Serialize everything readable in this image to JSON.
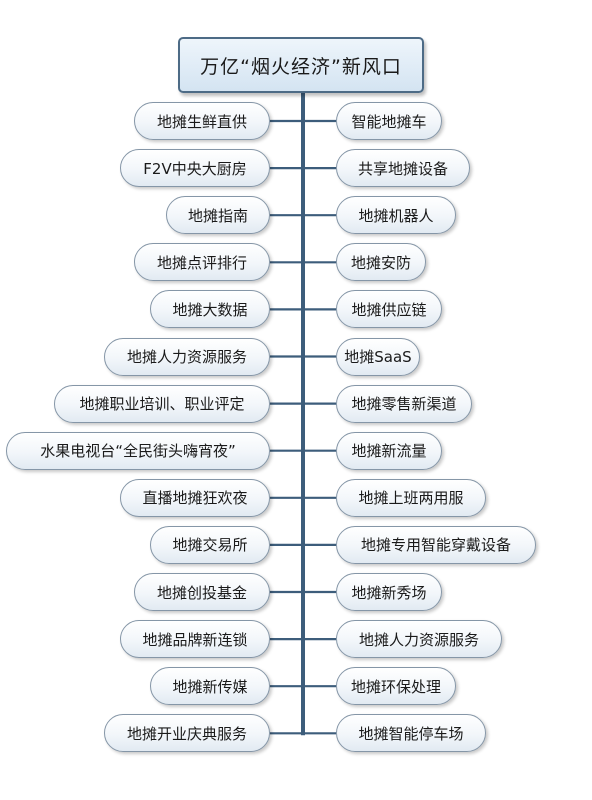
{
  "diagram": {
    "title": "万亿“烟火经济”新风口",
    "left_items": [
      "地摊生鲜直供",
      "F2V中央大厨房",
      "地摊指南",
      "地摊点评排行",
      "地摊大数据",
      "地摊人力资源服务",
      "地摊职业培训、职业评定",
      "水果电视台“全民街头嗨宵夜”",
      "直播地摊狂欢夜",
      "地摊交易所",
      "地摊创投基金",
      "地摊品牌新连锁",
      "地摊新传媒",
      "地摊开业庆典服务"
    ],
    "right_items": [
      "智能地摊车",
      "共享地摊设备",
      "地摊机器人",
      "地摊安防",
      "地摊供应链",
      "地摊SaaS",
      "地摊零售新渠道",
      "地摊新流量",
      "地摊上班两用服",
      "地摊专用智能穿戴设备",
      "地摊新秀场",
      "地摊人力资源服务",
      "地摊环保处理",
      "地摊智能停车场"
    ]
  },
  "colors": {
    "connector": "#3d5d7b",
    "node_border": "#8596a7",
    "title_border": "#4d6b86"
  }
}
